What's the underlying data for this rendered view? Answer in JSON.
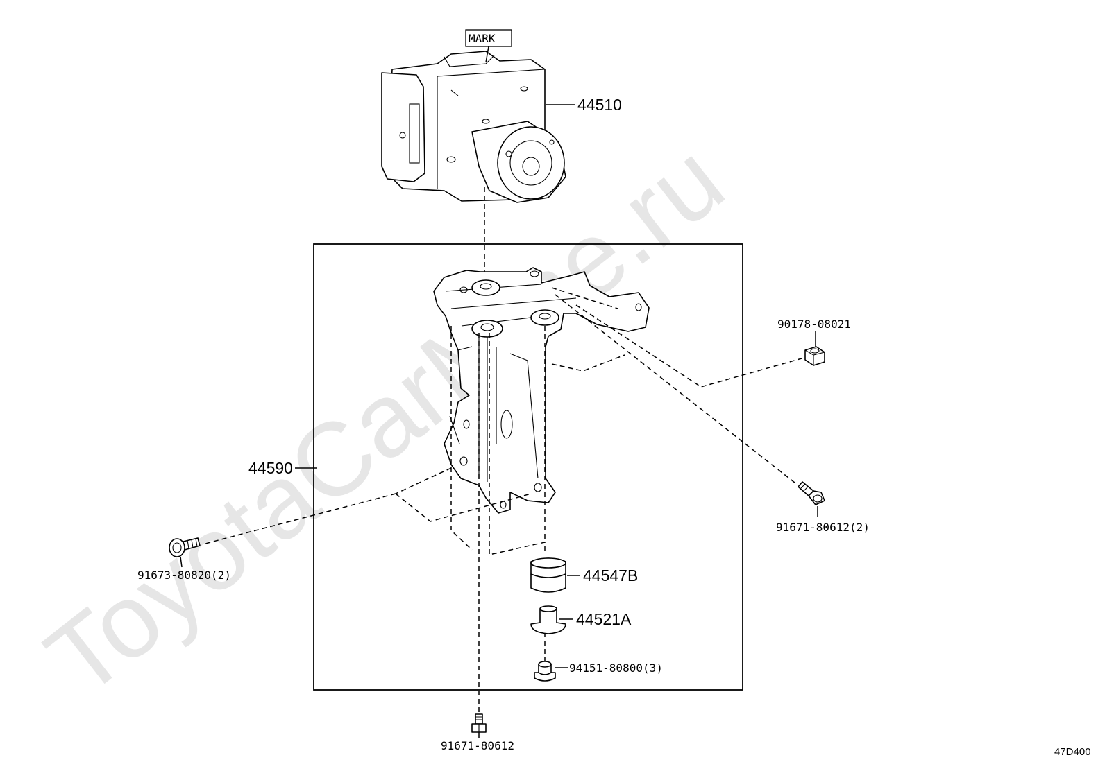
{
  "watermark": "ToyotaCarMine.ru",
  "diagram_code": "47D400",
  "parts": {
    "mark": "MARK",
    "actuator": "44510",
    "bracket": "44590",
    "cushion": "44547B",
    "collar": "44521A",
    "nut_bottom": "94151-80800(3)",
    "bolt_left": "91673-80820(2)",
    "bolt_bottom": "91671-80612",
    "nut_right": "90178-08021",
    "bolt_right": "91671-80612(2)"
  },
  "colors": {
    "line": "#000000",
    "watermark": "#e6e6e6",
    "background": "#ffffff"
  }
}
